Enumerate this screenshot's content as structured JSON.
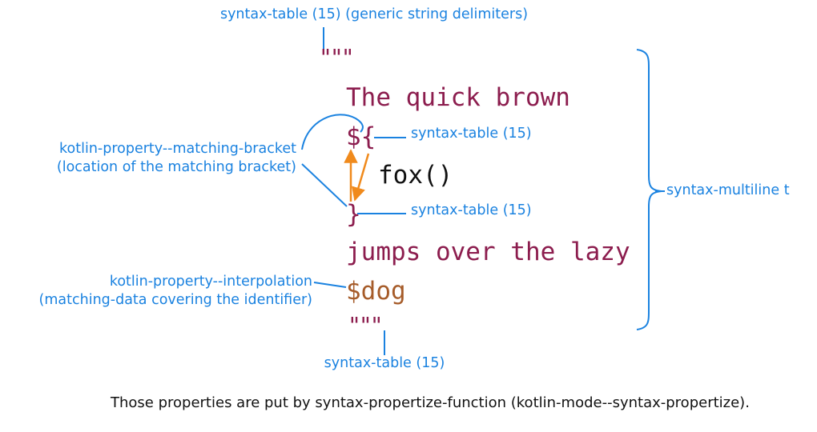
{
  "colors": {
    "string": "#8c1d4e",
    "interpolation": "#a65c2a",
    "code": "#111111",
    "annotation": "#1a82e0",
    "arrow": "#f08a1c",
    "note": "#111111"
  },
  "code": {
    "open_quotes": "\"\"\"",
    "line_1": "The quick brown",
    "interp_open": "${",
    "expression": "fox()",
    "interp_close": "}",
    "line_2": "jumps over the lazy",
    "identifier": "$dog",
    "close_quotes": "\"\"\""
  },
  "annotations": {
    "generic_string_delimiters": "syntax-table (15) (generic string delimiters)",
    "open_brace_syntax_table": "syntax-table (15)",
    "close_brace_syntax_table": "syntax-table (15)",
    "closing_quotes_syntax_table": "syntax-table (15)",
    "matching_bracket_line_1": "kotlin-property--matching-bracket",
    "matching_bracket_line_2": "(location of the matching bracket)",
    "interpolation_line_1": "kotlin-property--interpolation",
    "interpolation_line_2": "(matching-data covering the identifier)",
    "multiline": "syntax-multiline t"
  },
  "footnote": "Those properties are put by syntax-propertize-function (kotlin-mode--syntax-propertize)."
}
